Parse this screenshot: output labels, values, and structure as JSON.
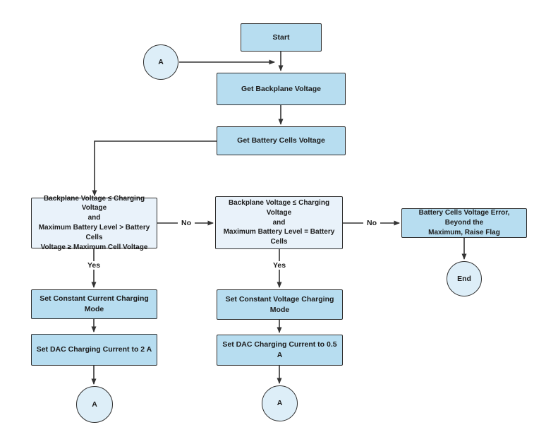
{
  "diagram": {
    "type": "flowchart",
    "colors": {
      "process_fill": "#b7ddf0",
      "decision_fill": "#e9f2fa",
      "connector_fill": "#ddeef8",
      "border": "#2e2e2e",
      "line": "#333333",
      "text": "#1c1c1c",
      "background": "#ffffff"
    },
    "nodes": {
      "start": {
        "label": "Start"
      },
      "connector_a_top": {
        "label": "A"
      },
      "get_backplane": {
        "label": "Get Backplane Voltage"
      },
      "get_battery_cells": {
        "label": "Get Battery Cells Voltage"
      },
      "decision_left": {
        "label": "Backplane Voltage ≤ Charging Voltage\nand\nMaximum Battery Level > Battery Cells\nVoltage ≥ Maximum Cell Voltage"
      },
      "decision_mid": {
        "label": "Backplane Voltage ≤ Charging Voltage\nand\nMaximum Battery Level = Battery Cells"
      },
      "error": {
        "label": "Battery Cells Voltage Error, Beyond the\nMaximum, Raise Flag"
      },
      "cc_mode": {
        "label": "Set Constant Current Charging Mode"
      },
      "cv_mode": {
        "label": "Set Constant Voltage Charging Mode"
      },
      "dac_2a": {
        "label": "Set DAC Charging Current to 2 A"
      },
      "dac_05a": {
        "label": "Set DAC Charging Current to 0.5 A"
      },
      "connector_a_left": {
        "label": "A"
      },
      "connector_a_mid": {
        "label": "A"
      },
      "end": {
        "label": "End"
      }
    },
    "edge_labels": {
      "no_left": "No",
      "no_mid": "No",
      "yes_left": "Yes",
      "yes_mid": "Yes"
    }
  }
}
